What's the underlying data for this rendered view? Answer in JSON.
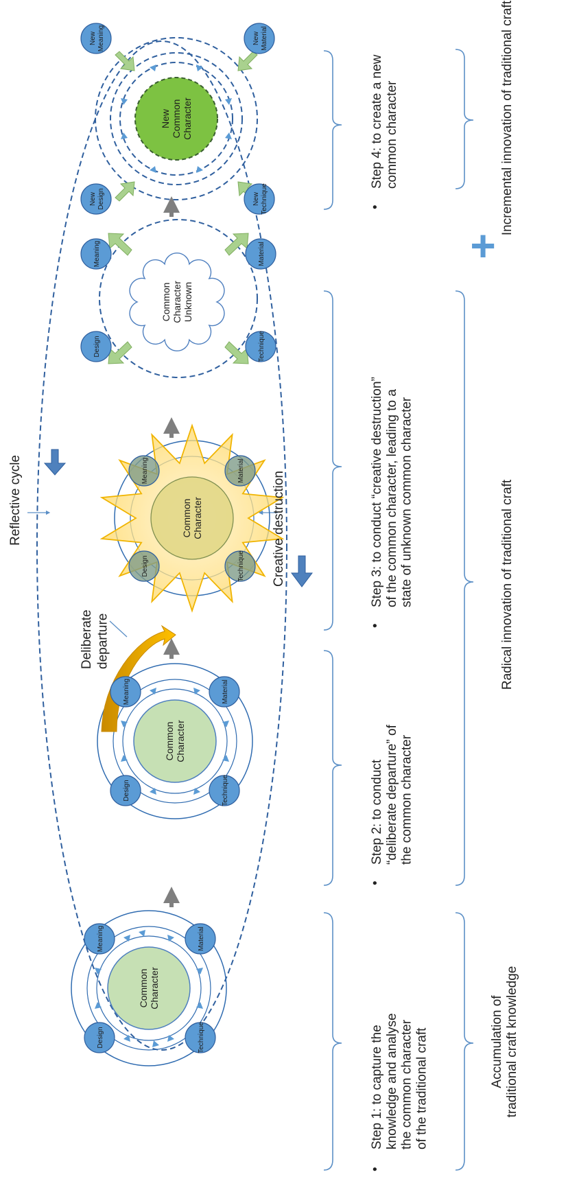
{
  "labels": {
    "reflective_cycle": "Reflective cycle",
    "creative_destruction": "Creative destruction",
    "deliberate_departure_line1": "Deliberate",
    "deliberate_departure_line2": "departure",
    "bullet": "•"
  },
  "steps": {
    "step1": [
      "Step 1: to capture the",
      "knowledge and analyse",
      "the common character",
      "of the traditional craft"
    ],
    "step2": [
      "Step 2: to conduct",
      "“deliberate departure” of",
      "the common character"
    ],
    "step3": [
      "Step 3: to conduct “creative destruction”",
      "of the common character, leading to a",
      "state of unknown common character"
    ],
    "step4": [
      "Step 4: to create a new",
      "common character"
    ]
  },
  "categories": {
    "accumulation": [
      "Accumulation of",
      "traditional craft knowledge"
    ],
    "radical": "Radical innovation of traditional craft",
    "incremental": "Incremental innovation of traditional craft",
    "plus": "+"
  },
  "nodes": {
    "meaning": "Meaning",
    "material": "Material",
    "technique": "Technique",
    "design": "Design",
    "new_meaning": [
      "New",
      "Meaning"
    ],
    "new_material": [
      "New",
      "Material"
    ],
    "new_technique": [
      "New",
      "Technique"
    ],
    "new_design": [
      "New",
      "Design"
    ]
  },
  "cores": {
    "common_character": [
      "Common",
      "Character"
    ],
    "unknown": [
      "Common",
      "Character",
      "Unknown"
    ],
    "new_common": [
      "New",
      "Common",
      "Character"
    ]
  },
  "colors": {
    "node_blue": "#5b9bd5",
    "core_green": "#c6e0b4",
    "new_core_green": "#7dc242",
    "arrow_green": "#a9d18e",
    "burst_yellow": "#ffd966",
    "departure_orange": "#f4b183",
    "line_blue": "#2f6bb0"
  }
}
